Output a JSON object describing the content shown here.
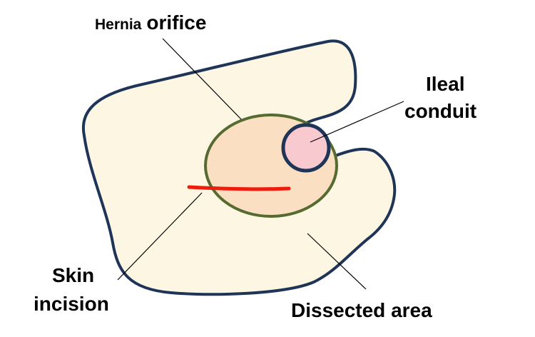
{
  "labels": {
    "hernia_small": "Hernia",
    "hernia_large": "orifice",
    "ileal_line1": "Ileal",
    "ileal_line2": "conduit",
    "skin_line1": "Skin",
    "skin_line2": "incision",
    "dissected": "Dissected area"
  },
  "colors": {
    "dissected_fill": "#fdf6e3",
    "dissected_outline": "#1f3558",
    "orifice_fill": "#fadfc2",
    "orifice_outline": "#556b2f",
    "conduit_fill": "#f8c9cf",
    "conduit_outline": "#1f3558",
    "incision": "#ee1c0c",
    "leader": "#000000"
  }
}
